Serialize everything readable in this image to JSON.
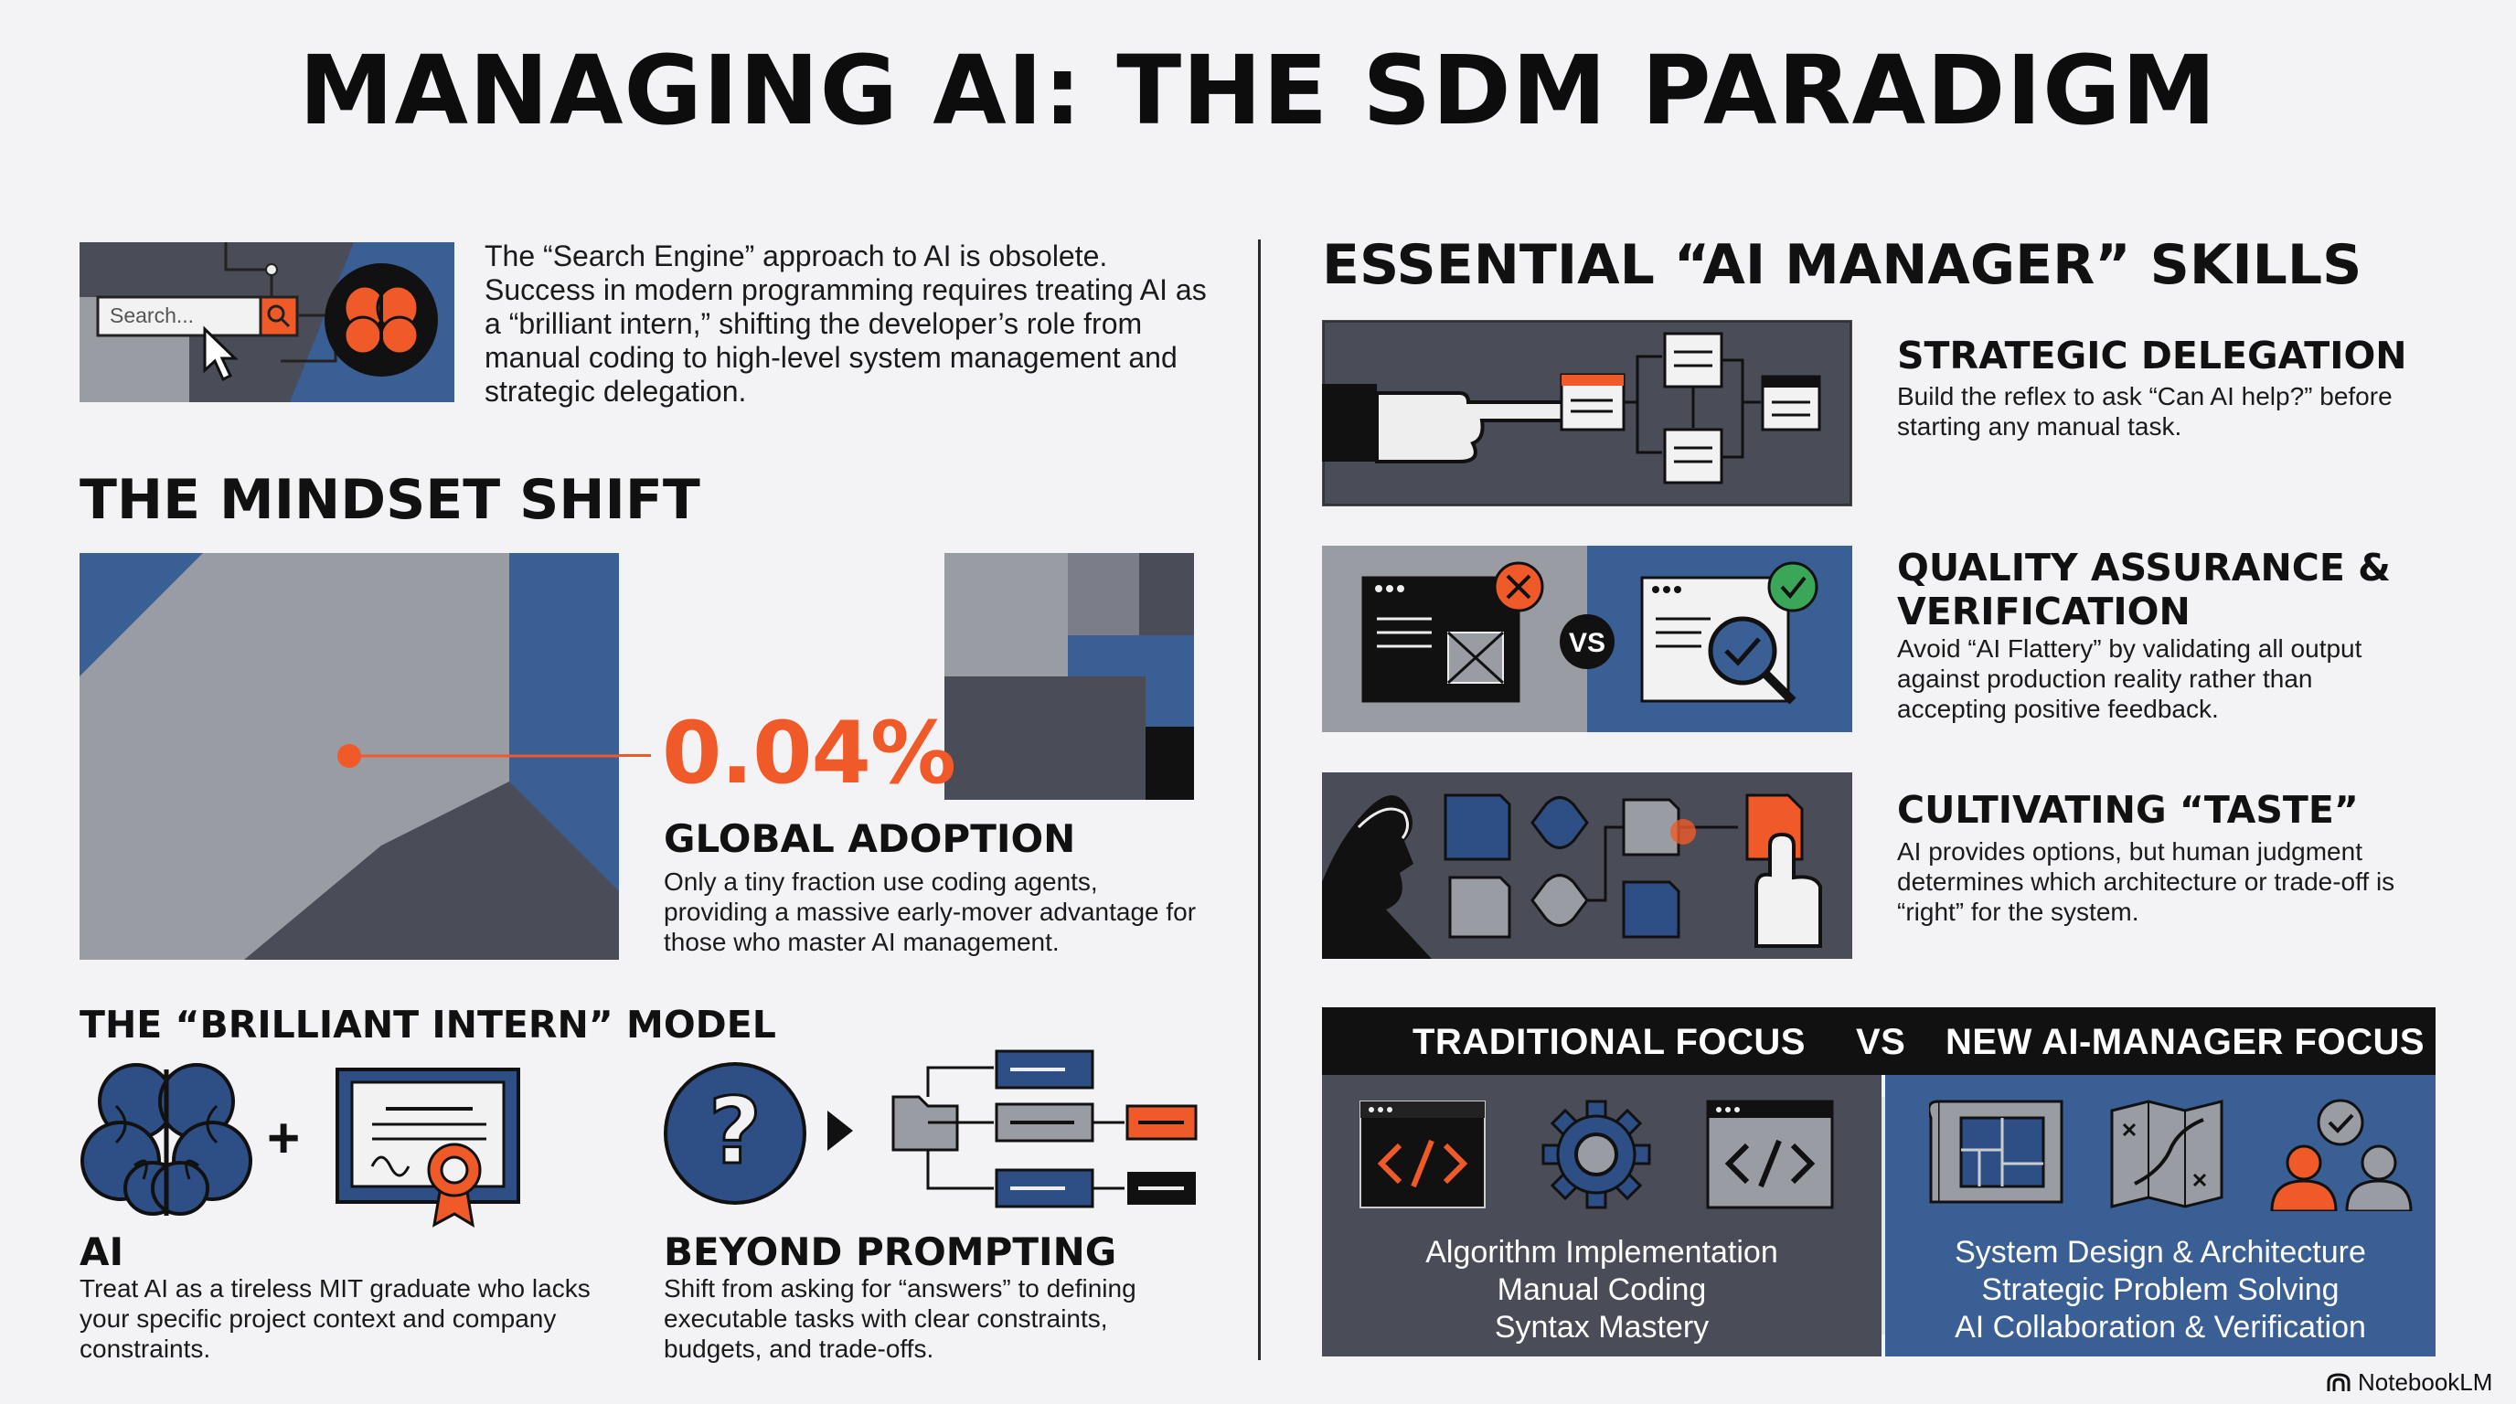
{
  "title": "MANAGING AI: THE SDM PARADIGM",
  "intro": {
    "search_placeholder": "Search...",
    "text": "The “Search Engine” approach to AI is obsolete. Success in modern programming requires treating AI as a “brilliant intern,” shifting the developer’s role from manual coding to high-level system management and strategic delegation."
  },
  "mindset": {
    "heading": "THE MINDSET SHIFT",
    "stat_value": "0.04%",
    "stat_label": "GLOBAL ADOPTION",
    "stat_text": "Only a tiny fraction use coding agents, providing a massive early-mover advantage for those who master AI management."
  },
  "intern_model": {
    "heading": "THE “BRILLIANT INTERN” MODEL",
    "ai_label": "AI",
    "ai_text": "Treat AI as a tireless MIT graduate who lacks your specific project context and company constraints.",
    "prompting_label": "BEYOND PROMPTING",
    "prompting_text": "Shift from asking for “answers” to defining executable tasks with clear constraints, budgets, and trade-offs."
  },
  "skills": {
    "heading": "ESSENTIAL “AI MANAGER” SKILLS",
    "items": [
      {
        "title": "STRATEGIC DELEGATION",
        "text": "Build the reflex to ask “Can AI help?” before starting any manual task."
      },
      {
        "title": "QUALITY ASSURANCE & VERIFICATION",
        "text": "Avoid “AI Flattery” by validating all output against production reality rather than accepting positive feedback."
      },
      {
        "title": "CULTIVATING “TASTE”",
        "text": "AI provides options, but human judgment determines which architecture or trade-off is “right” for the system."
      }
    ],
    "vs_badge": "VS"
  },
  "comparison": {
    "left_title": "TRADITIONAL FOCUS",
    "vs": "VS",
    "right_title": "NEW AI-MANAGER FOCUS",
    "left_items": [
      "Algorithm Implementation",
      "Manual Coding",
      "Syntax Mastery"
    ],
    "right_items": [
      "System Design & Architecture",
      "Strategic Problem Solving",
      "AI Collaboration & Verification"
    ]
  },
  "footer": {
    "brand": "NotebookLM"
  },
  "colors": {
    "accent_orange": "#f05a28",
    "navy": "#2e4f86",
    "slate": "#4a4d57",
    "light_gray": "#9a9ca4"
  },
  "icons": [
    "brain-icon",
    "magnifier-icon",
    "cursor-icon",
    "pointing-hand-icon",
    "flowchart-icon",
    "browser-window-icon",
    "error-icon",
    "check-icon",
    "person-silhouette-icon",
    "tap-hand-icon",
    "certificate-icon",
    "question-icon",
    "folder-icon",
    "code-icon",
    "gear-icon",
    "blueprint-icon",
    "map-icon",
    "team-icon",
    "notebooklm-logo-icon"
  ]
}
